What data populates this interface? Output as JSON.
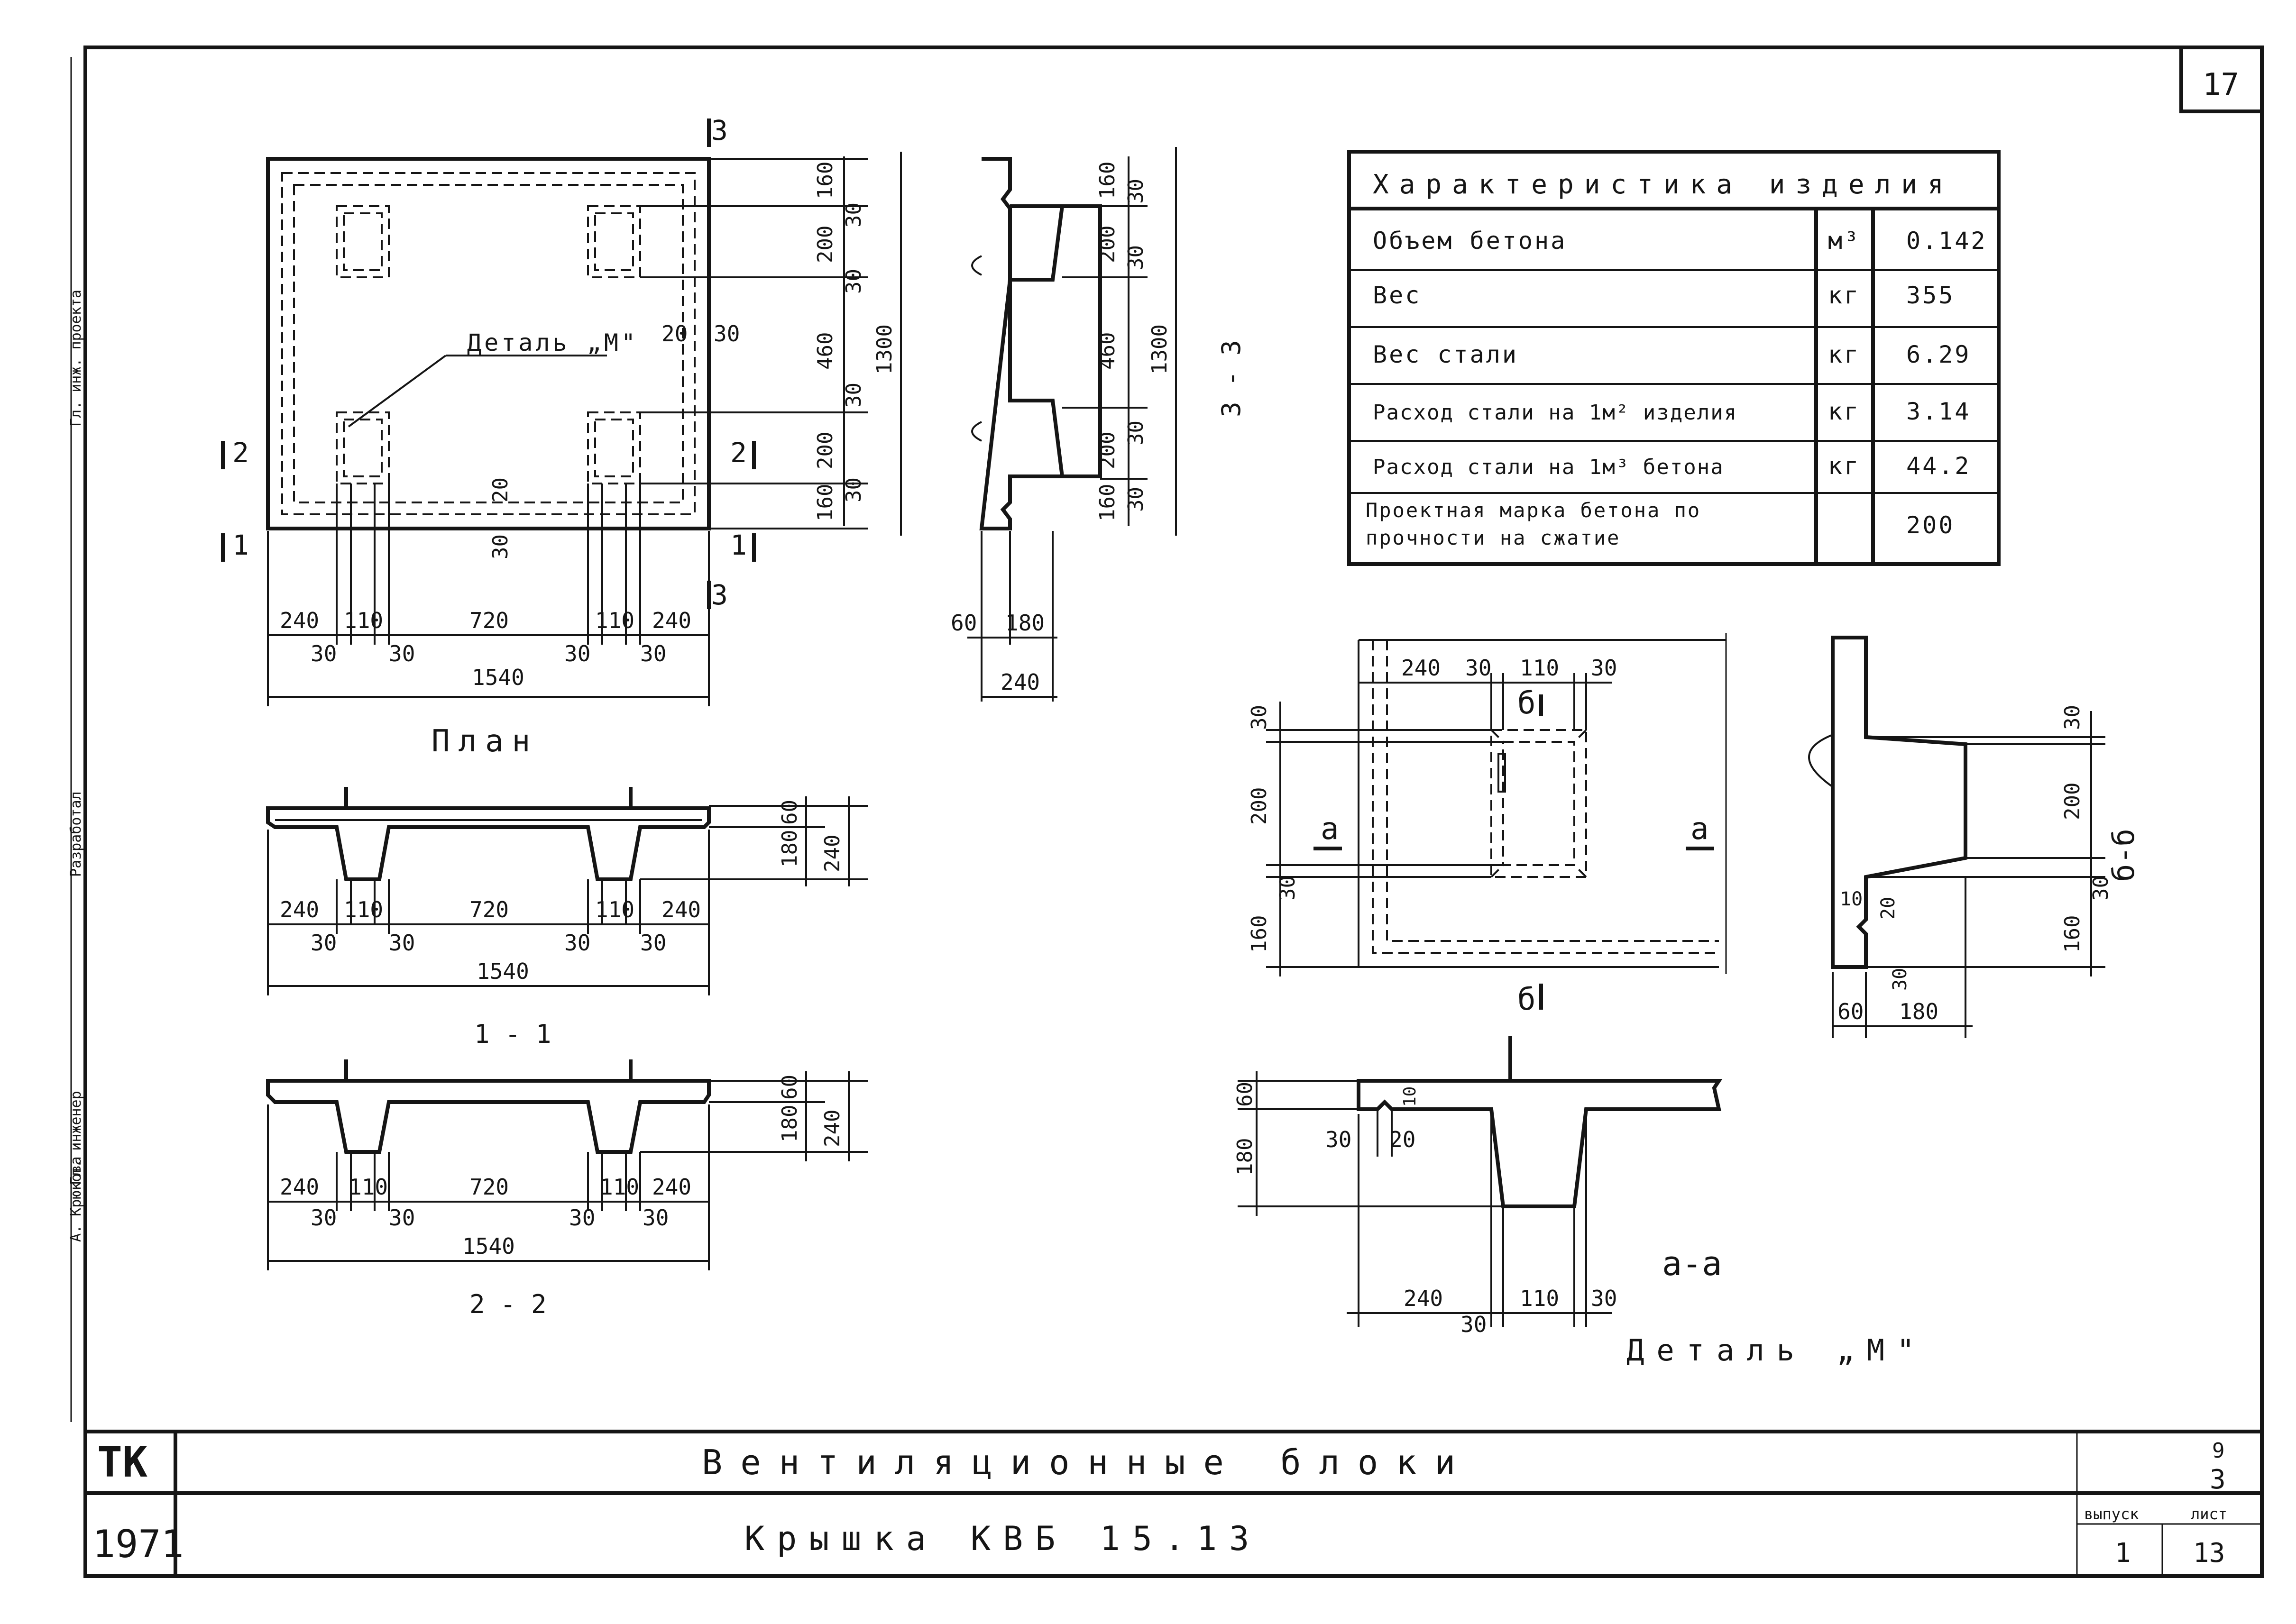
{
  "sheet": {
    "number": "17",
    "title": "Вентиляционные блоки",
    "subtitle": "Крышка КВБ 15.13",
    "org": "ТК",
    "year": "1971",
    "series_label": "9",
    "series_number": "3",
    "issue_label": "выпуск",
    "sheet_label": "лист",
    "issue_value": "1",
    "sheet_value": "13"
  },
  "stamp_side": {
    "row1": "Гл. инж. проекта",
    "row2": "Гл. инженер",
    "row3": "Разработал",
    "row4": "А. Крюкова"
  },
  "spec_table": {
    "header": "Характеристика изделия",
    "rows": [
      {
        "name": "Объем бетона",
        "unit": "м³",
        "value": "0.142"
      },
      {
        "name": "Вес",
        "unit": "кг",
        "value": "355"
      },
      {
        "name": "Вес стали",
        "unit": "кг",
        "value": "6.29"
      },
      {
        "name": "Расход стали на 1м² изделия",
        "unit": "кг",
        "value": "3.14"
      },
      {
        "name": "Расход стали на 1м³ бетона",
        "unit": "кг",
        "value": "44.2"
      },
      {
        "name": "Проектная марка бетона по прочности на сжатие",
        "unit": "",
        "value": "200"
      }
    ]
  },
  "views": {
    "plan": "План",
    "section_1_1": "1 - 1",
    "section_2_2": "2 - 2",
    "section_3_3": "3 - 3",
    "section_a_a": "а-а",
    "section_b_b": "б-б",
    "detail": "Деталь „М\"",
    "detail_leader": "Деталь „М\""
  },
  "cut_marks": {
    "c1": "1",
    "c2": "2",
    "c3": "3",
    "a": "а",
    "b": "б"
  },
  "dims": {
    "d240": "240",
    "d110": "110",
    "d720": "720",
    "d1540": "1540",
    "d30": "30",
    "d20": "20",
    "d160": "160",
    "d200": "200",
    "d460": "460",
    "d1300": "1300",
    "d60": "60",
    "d180": "180",
    "d10": "10"
  }
}
